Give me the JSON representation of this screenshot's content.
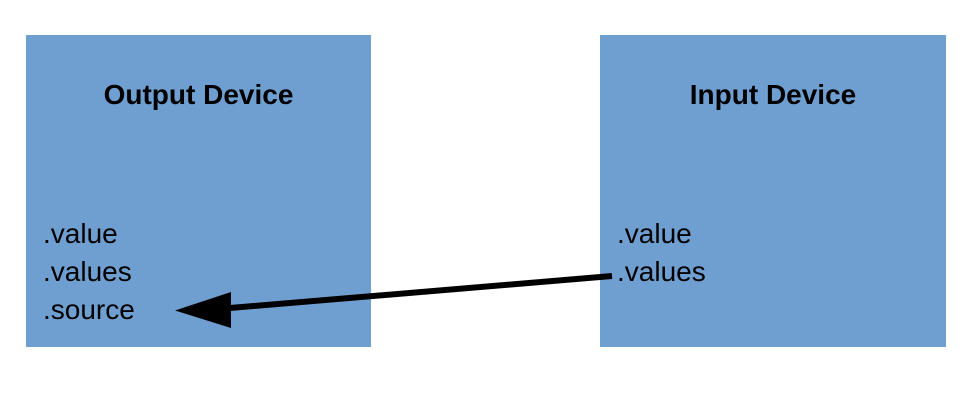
{
  "diagram": {
    "background_color": "#ffffff",
    "box_fill_color": "#6f9fd1",
    "text_color": "#000000",
    "arrow_color": "#000000",
    "boxes": [
      {
        "id": "output-device",
        "title": "Output Device",
        "properties": [
          {
            "label": ".value"
          },
          {
            "label": ".values"
          },
          {
            "label": ".source"
          }
        ]
      },
      {
        "id": "input-device",
        "title": "Input Device",
        "properties": [
          {
            "label": ".value"
          },
          {
            "label": ".values"
          }
        ]
      }
    ],
    "connector": {
      "name": "values-to-source-arrow",
      "from": "Input Device .values",
      "to": "Output Device .source",
      "direction": "right-to-left"
    }
  }
}
